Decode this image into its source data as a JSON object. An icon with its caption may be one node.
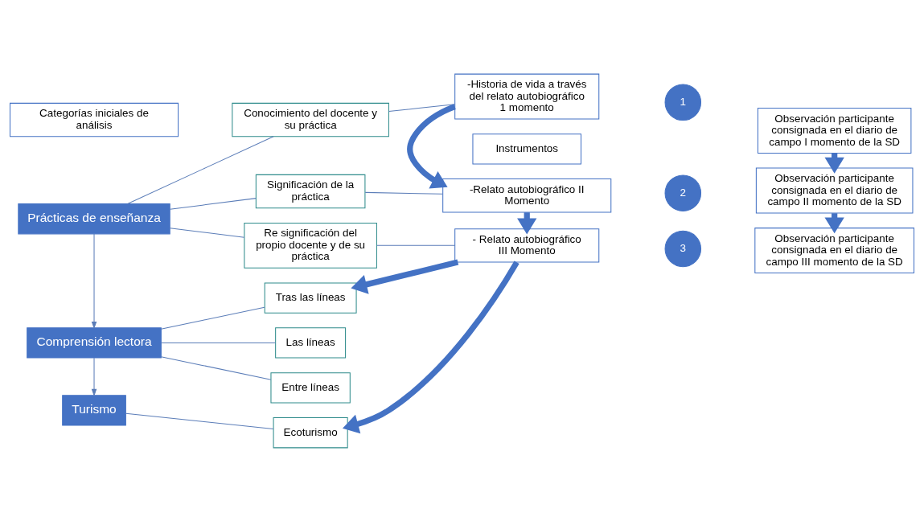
{
  "diagram": {
    "nodes": [
      {
        "text": [
          "Categorías iniciales de análisis"
        ]
      },
      {
        "text": [
          "Prácticas de enseñanza"
        ]
      },
      {
        "text": [
          "Conocimiento del docente y su práctica"
        ]
      },
      {
        "text": [
          "Significación de la práctica"
        ]
      },
      {
        "text": [
          "Re significación del propio docente y de su práctica"
        ]
      },
      {
        "text": [
          "Comprensión lectora"
        ]
      },
      {
        "text": [
          "Las líneas"
        ]
      },
      {
        "text": [
          "Entre líneas"
        ]
      },
      {
        "text": [
          "Tras las líneas"
        ]
      },
      {
        "text": [
          "Turismo"
        ]
      },
      {
        "text": [
          "Ecoturismo"
        ]
      },
      {
        "text": [
          "Instrumentos"
        ]
      },
      {
        "text": [
          "-Historia de vida a través del relato autobiográfico 1 momento"
        ]
      },
      {
        "text": [
          "-Relato autobiográfico II Momento"
        ]
      },
      {
        "text": [
          "- Relato autobiográfico III Momento"
        ]
      },
      {
        "text": [
          "1"
        ]
      },
      {
        "text": [
          "2"
        ]
      },
      {
        "text": [
          "3"
        ]
      },
      {
        "text": [
          "Observación participante consignada en el diario de campo I momento de la SD"
        ]
      },
      {
        "text": [
          "Observación participante consignada en el diario de campo II momento de la SD"
        ]
      },
      {
        "text": [
          "Observación participante consignada en el diario de campo III momento de la SD"
        ]
      }
    ],
    "edges": [
      {
        "from": 1,
        "to": 2,
        "arrow": "none"
      },
      {
        "from": 1,
        "to": 3,
        "arrow": "none"
      },
      {
        "from": 1,
        "to": 4,
        "arrow": "none"
      },
      {
        "from": 2,
        "to": 12,
        "arrow": "none"
      },
      {
        "from": 3,
        "to": 13,
        "arrow": "none"
      },
      {
        "from": 4,
        "to": 14,
        "arrow": "none"
      },
      {
        "from": 1,
        "to": 5,
        "arrow": "to"
      },
      {
        "from": 5,
        "to": 6,
        "arrow": "none"
      },
      {
        "from": 5,
        "to": 7,
        "arrow": "none"
      },
      {
        "from": 5,
        "to": 8,
        "arrow": "none"
      },
      {
        "from": 5,
        "to": 9,
        "arrow": "to"
      },
      {
        "from": 9,
        "to": 10,
        "arrow": "none"
      },
      {
        "from": 12,
        "to": 13,
        "arrow": "to",
        "style": "thick"
      },
      {
        "from": 13,
        "to": 14,
        "arrow": "to",
        "style": "thick"
      },
      {
        "from": 14,
        "to": 8,
        "arrow": "to",
        "style": "thick"
      },
      {
        "from": 14,
        "to": 10,
        "arrow": "to",
        "style": "thick"
      },
      {
        "from": 18,
        "to": 19,
        "arrow": "to",
        "style": "thick"
      },
      {
        "from": 19,
        "to": 20,
        "arrow": "to",
        "style": "thick"
      }
    ]
  }
}
